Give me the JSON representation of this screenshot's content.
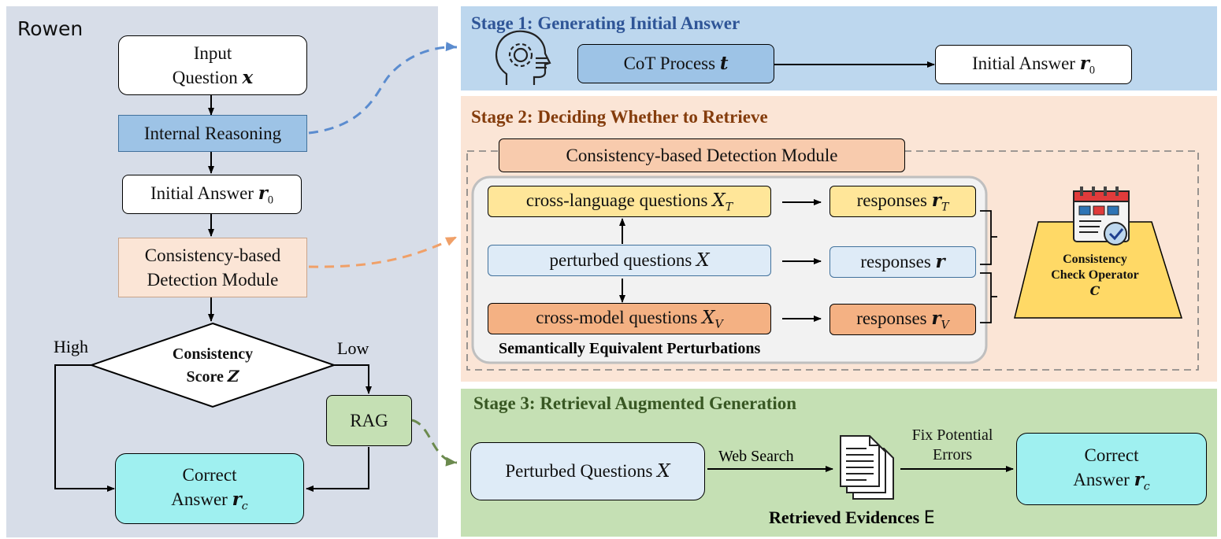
{
  "colors": {
    "left_panel_bg": "#d7dde8",
    "stage1_bg": "#bdd7ee",
    "stage2_bg": "#fbe5d6",
    "stage3_bg": "#c5e0b4",
    "stage1_title": "#2f5597",
    "stage2_title": "#843c0c",
    "stage3_title": "#385723",
    "blue_box": "#9dc3e6",
    "light_blue_box": "#deebf7",
    "peach_box": "#f8cbad",
    "yellow_box": "#ffe699",
    "orange_box": "#f4b183",
    "teal_box": "#9ff0f0",
    "green_box": "#c5e0b4",
    "operator_yellow": "#ffd966"
  },
  "left": {
    "title": "Rowen",
    "input_line1": "Input",
    "input_line2": "Question ",
    "input_var": "x",
    "internal_reasoning": "Internal Reasoning",
    "initial_answer": "Initial Answer ",
    "initial_answer_var": "r",
    "initial_answer_sub": "0",
    "cdm_line1": "Consistency-based",
    "cdm_line2": "Detection Module",
    "decision_line1": "Consistency",
    "decision_line2": "Score ",
    "decision_var": "Z",
    "high": "High",
    "low": "Low",
    "rag": "RAG",
    "correct_line1": "Correct",
    "correct_line2": "Answer ",
    "correct_var": "r",
    "correct_sub": "c"
  },
  "stage1": {
    "title": "Stage 1: Generating Initial Answer",
    "cot": "CoT Process ",
    "cot_var": "t",
    "initial_answer": "Initial Answer ",
    "initial_var": "r",
    "initial_sub": "0",
    "icon": "ai-head-gear-icon"
  },
  "stage2": {
    "title": "Stage 2: Deciding Whether to Retrieve",
    "module": "Consistency-based Detection Module",
    "crosslang": "cross-language questions ",
    "crosslang_var": "X",
    "crosslang_sub": "T",
    "perturbed": "perturbed questions ",
    "perturbed_var": "X",
    "crossmodel": "cross-model questions ",
    "crossmodel_var": "X",
    "crossmodel_sub": "V",
    "resp": "responses ",
    "resp_var": "r",
    "resp_t_sub": "T",
    "resp_v_sub": "V",
    "sep_label": "Semantically Equivalent Perturbations",
    "operator_line1": "Consistency",
    "operator_line2": "Check Operator",
    "operator_var": "C",
    "icon": "calendar-check-icon"
  },
  "stage3": {
    "title": "Stage 3: Retrieval Augmented Generation",
    "perturbed": "Perturbed Questions ",
    "perturbed_var": "X",
    "web_search": "Web Search",
    "fix_line1": "Fix Potential",
    "fix_line2": "Errors",
    "evidences": "Retrieved Evidences ",
    "evidences_var": "E",
    "correct_line1": "Correct",
    "correct_line2": "Answer ",
    "correct_var": "r",
    "correct_sub": "c",
    "icon": "documents-icon"
  }
}
